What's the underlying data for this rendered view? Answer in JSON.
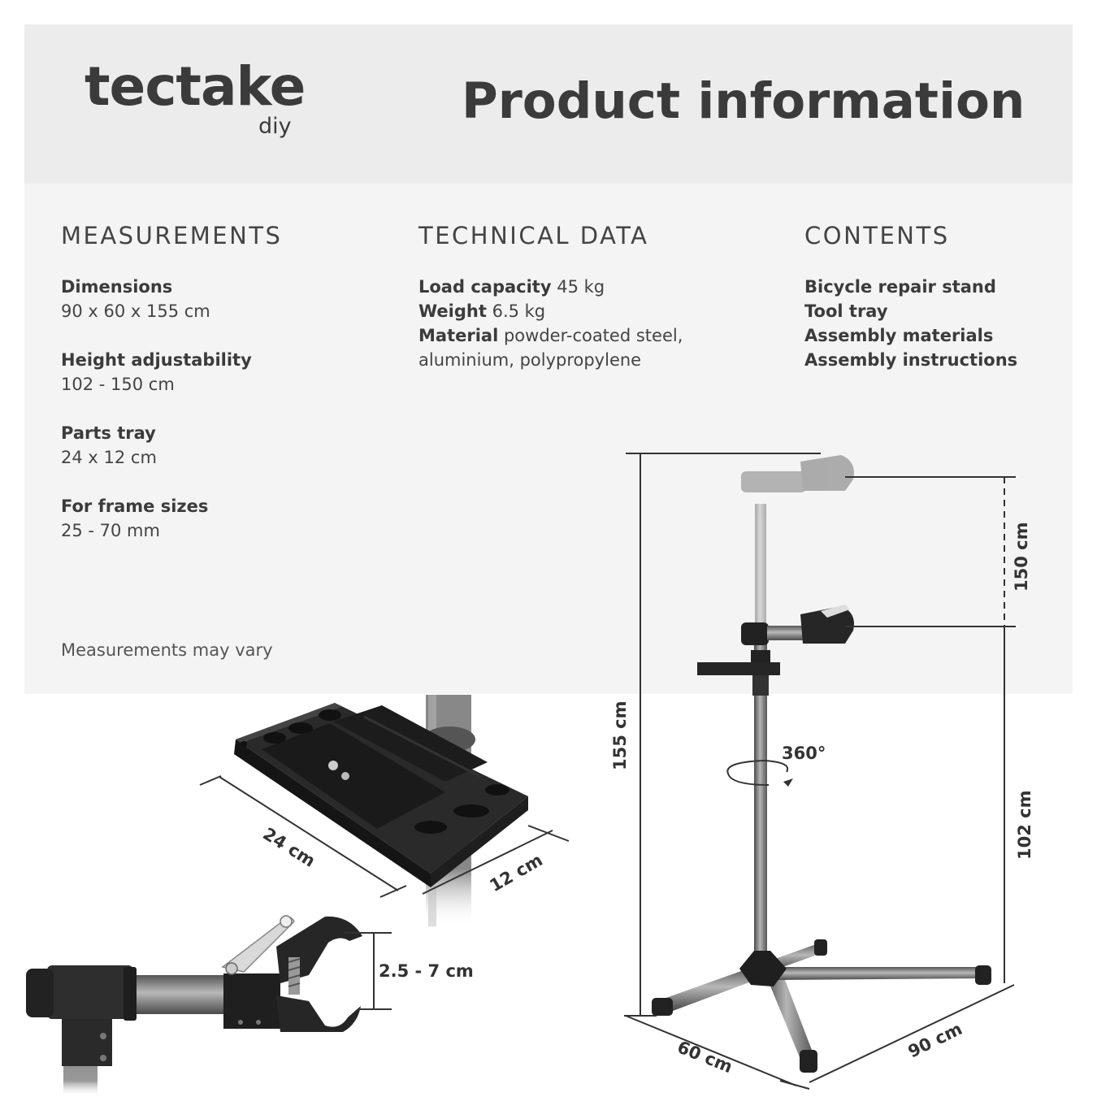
{
  "brand": {
    "name": "tectake",
    "sub": "diy"
  },
  "title": "Product information",
  "measurements": {
    "heading": "MEASUREMENTS",
    "items": [
      {
        "label": "Dimensions",
        "value": "90 x 60 x 155 cm"
      },
      {
        "label": "Height adjustability",
        "value": "102 - 150 cm"
      },
      {
        "label": "Parts tray",
        "value": "24 x 12 cm"
      },
      {
        "label": "For frame sizes",
        "value": "25 - 70 mm"
      }
    ],
    "note": "Measurements may vary"
  },
  "technical": {
    "heading": "TECHNICAL DATA",
    "items": [
      {
        "label": "Load capacity",
        "value": "45 kg"
      },
      {
        "label": "Weight",
        "value": "6.5 kg"
      },
      {
        "label": "Material",
        "value": "powder-coated steel,"
      }
    ],
    "continuation": "aluminium, polypropylene"
  },
  "contents": {
    "heading": "CONTENTS",
    "items": [
      "Bicycle repair stand",
      "Tool tray",
      "Assembly materials",
      "Assembly instructions"
    ]
  },
  "dimensions": {
    "tray_length": "24 cm",
    "tray_width": "12 cm",
    "clamp_range": "2.5 - 7 cm",
    "total_height": "155 cm",
    "max_height": "150 cm",
    "min_height": "102 cm",
    "rotation": "360°",
    "base_depth": "60 cm",
    "base_width": "90 cm"
  }
}
